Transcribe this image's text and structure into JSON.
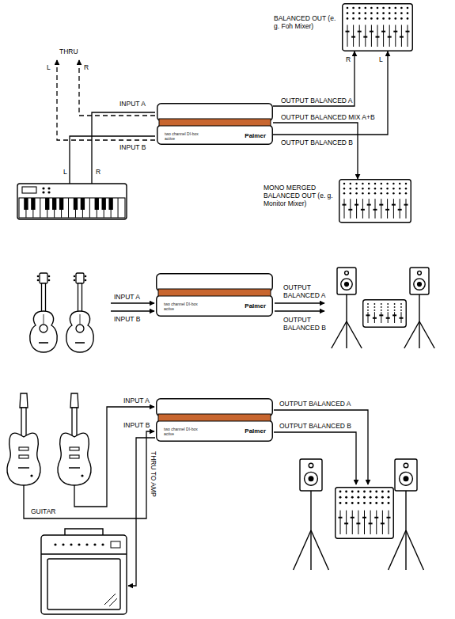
{
  "diagram": {
    "nodes": [
      {
        "text": [
          "two channel DI-box active",
          "Palmer"
        ]
      },
      {
        "text": [
          "BALANCED OUT (e. g. Foh Mixer)"
        ]
      },
      {
        "text": [
          "MONO MERGED BALANCED OUT (e. g. Monitor Mixer)"
        ]
      },
      {
        "text": [
          "two channel DI-box active",
          "Palmer"
        ]
      },
      {
        "text": [
          "two channel DI-box active",
          "Palmer"
        ]
      }
    ],
    "edges": [
      {
        "from": 0,
        "to": 1,
        "label": "OUTPUT BALANCED A",
        "arrow": "to"
      },
      {
        "from": 0,
        "to": 2,
        "label": "OUTPUT BALANCED MIX A+B",
        "arrow": "to"
      },
      {
        "from": 0,
        "to": 1,
        "label": "OUTPUT BALANCED B",
        "arrow": "to"
      }
    ],
    "labels": [
      "THRU",
      "L",
      "R",
      "INPUT A",
      "INPUT B",
      "L",
      "R",
      "R",
      "L",
      "INPUT A",
      "INPUT B",
      "OUTPUT BALANCED A",
      "OUTPUT BALANCED B",
      "INPUT A",
      "INPUT B",
      "OUTPUT BALANCED A",
      "OUTPUT BALANCED B",
      "GUITAR",
      "THRU TO AMP"
    ]
  }
}
